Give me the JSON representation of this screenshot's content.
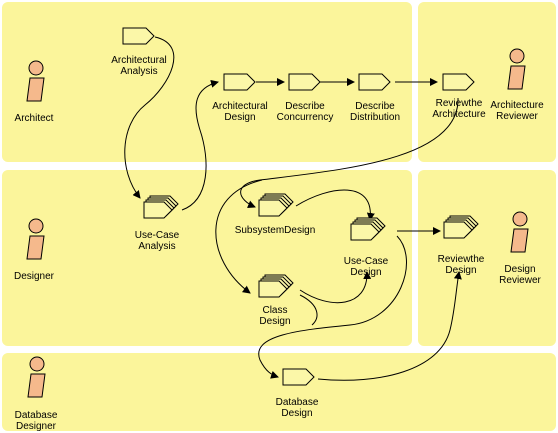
{
  "roles": {
    "architect": "Architect",
    "architecture_reviewer": [
      "Architecture",
      "Reviewer"
    ],
    "designer": "Designer",
    "design_reviewer": [
      "Design",
      "Reviewer"
    ],
    "database_designer": [
      "Database",
      "Designer"
    ]
  },
  "activities": {
    "architectural_analysis": [
      "Architectural",
      "Analysis"
    ],
    "architectural_design": [
      "Architectural",
      "Design"
    ],
    "describe_concurrency": [
      "Describe",
      "Concurrency"
    ],
    "describe_distribution": [
      "Describe",
      "Distribution"
    ],
    "review_architecture": [
      "Reviewthe",
      "Architecture"
    ],
    "use_case_analysis": [
      "Use-Case",
      "Analysis"
    ],
    "subsystem_design": "SubsystemDesign",
    "use_case_design": [
      "Use-Case",
      "Design"
    ],
    "review_design": [
      "Reviewthe",
      "Design"
    ],
    "class_design": [
      "Class",
      "Design"
    ],
    "database_design": [
      "Database",
      "Design"
    ]
  },
  "colors": {
    "swimlane_fill": "#fbf59b",
    "swimlane_border": "#ffffff",
    "activity_fill": "#fbf7a8",
    "actor_fill": "#f5b98c",
    "stroke": "#000000"
  }
}
